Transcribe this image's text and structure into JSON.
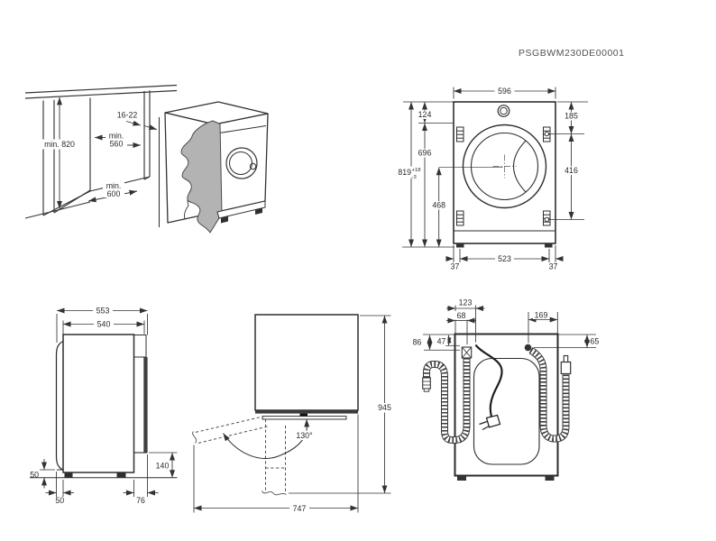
{
  "doc_code": "PSGBWM230DE00001",
  "niche": {
    "height": "min. 820",
    "door_thickness": "16-22",
    "depth_word": "min.",
    "depth_value": "560",
    "width_word": "min.",
    "width_value": "600"
  },
  "front": {
    "width": "596",
    "top_to_hinge": "124",
    "hinge_to_floor": "696",
    "height": "819",
    "height_tol_plus": "+18",
    "height_tol_minus": "-3",
    "hinge_top": "185",
    "hinge_spacing": "416",
    "axis_to_floor": "468",
    "foot_edge_left": "37",
    "foot_spacing": "523",
    "foot_edge_right": "37"
  },
  "side": {
    "depth_total": "553",
    "depth_body": "540",
    "rear_gap_height": "50",
    "rear_gap_depth": "50",
    "front_recess_depth": "76",
    "front_recess_height": "140"
  },
  "door": {
    "opening_angle": "130°",
    "width_open": "747",
    "depth_open": "945"
  },
  "rear": {
    "cable_offset": "123",
    "drain_offset": "68",
    "drain_height": "86",
    "cable_height": "47",
    "inlet_offset": "169",
    "inlet_height": "65"
  }
}
